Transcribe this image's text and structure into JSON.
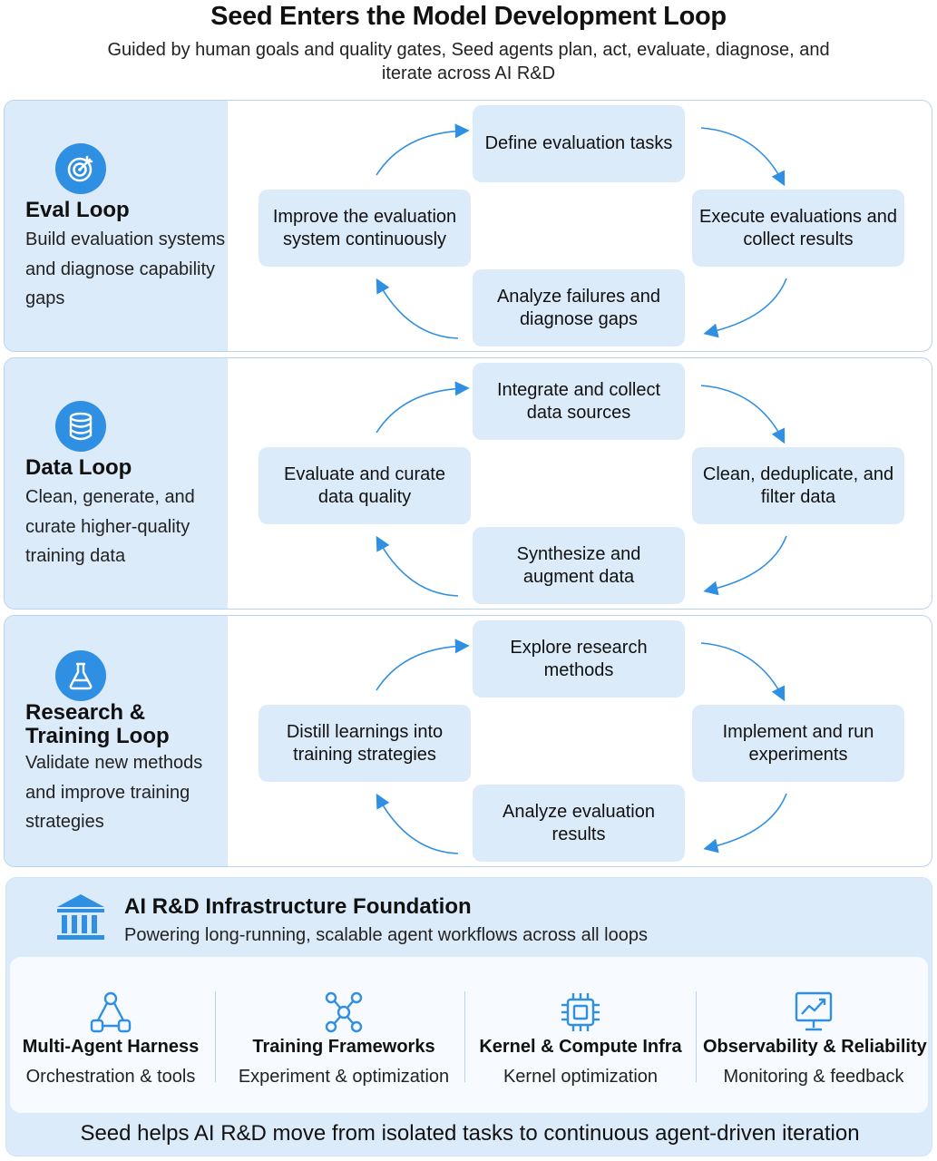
{
  "header": {
    "title": "Seed Enters the Model Development Loop",
    "subtitle": "Guided by human goals and quality gates, Seed agents plan, act, evaluate, diagnose, and iterate across AI R&D"
  },
  "loops": [
    {
      "name": "Eval Loop",
      "icon": "target-icon",
      "description": "Build evaluation systems and diagnose capability gaps",
      "steps": {
        "top": "Define evaluation tasks",
        "right": "Execute evaluations and collect results",
        "bottom": "Analyze failures and diagnose gaps",
        "left": "Improve the evaluation system continuously"
      }
    },
    {
      "name": "Data Loop",
      "icon": "database-icon",
      "description": "Clean, generate, and curate higher-quality training data",
      "steps": {
        "top": "Integrate and collect data sources",
        "right": "Clean, deduplicate, and filter data",
        "bottom": "Synthesize and augment data",
        "left": "Evaluate and curate data quality"
      }
    },
    {
      "name": "Research & Training Loop",
      "icon": "flask-icon",
      "description": "Validate new methods and improve training strategies",
      "steps": {
        "top": "Explore research methods",
        "right": "Implement and run experiments",
        "bottom": "Analyze evaluation results",
        "left": "Distill learnings into training strategies"
      }
    }
  ],
  "infrastructure": {
    "title": "AI R&D Infrastructure Foundation",
    "subtitle": "Powering long-running, scalable agent workflows across all loops",
    "icon": "building-icon",
    "components": [
      {
        "name": "Multi-Agent Harness",
        "description": "Orchestration & tools",
        "icon": "agent-network-icon"
      },
      {
        "name": "Training Frameworks",
        "description": "Experiment & optimization",
        "icon": "hub-network-icon"
      },
      {
        "name": "Kernel & Compute Infra",
        "description": "Kernel optimization",
        "icon": "chip-icon"
      },
      {
        "name": "Observability & Reliability",
        "description": "Monitoring & feedback",
        "icon": "chart-monitor-icon"
      }
    ],
    "footer": "Seed helps AI R&D move from isolated tasks to continuous agent-driven iteration"
  },
  "colors": {
    "accent": "#2f8fe3",
    "panel": "#dcebfa",
    "border": "#b9d3ec"
  }
}
